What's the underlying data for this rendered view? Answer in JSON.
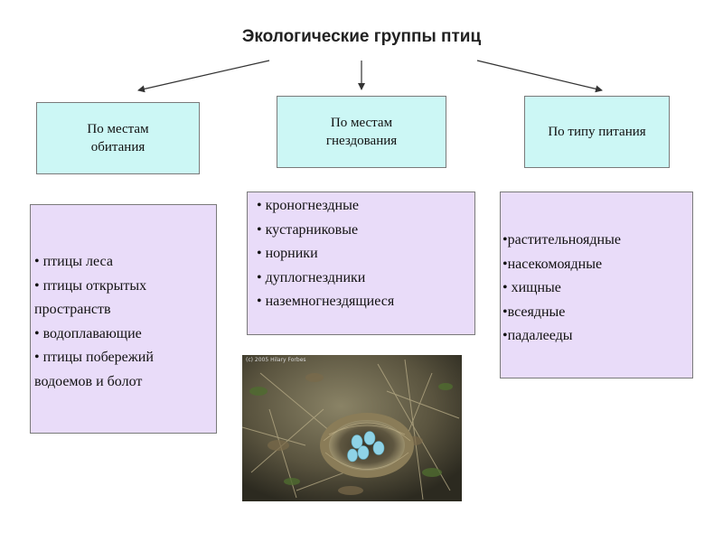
{
  "title": "Экологические группы птиц",
  "categories": [
    {
      "id": "habitat",
      "label": "По местам\nобитания"
    },
    {
      "id": "nesting",
      "label": "По местам\nгнездования"
    },
    {
      "id": "feeding",
      "label": "По типу питания"
    }
  ],
  "lists": {
    "habitat": [
      {
        "bullet": "• ",
        "text": "птицы леса"
      },
      {
        "bullet": "• ",
        "text": "птицы открытых пространств"
      },
      {
        "bullet": "• ",
        "text": "водоплавающие"
      },
      {
        "bullet": "• ",
        "text": "птицы побережий водоемов и болот"
      }
    ],
    "nesting": [
      {
        "bullet": "• ",
        "text": "кроногнездные"
      },
      {
        "bullet": "• ",
        "text": "кустарниковые"
      },
      {
        "bullet": "• ",
        "text": "норники"
      },
      {
        "bullet": "• ",
        "text": "дуплогнездники"
      },
      {
        "bullet": "• ",
        "text": "наземногнездящиеся"
      }
    ],
    "feeding": [
      {
        "bullet": "•",
        "text": "растительноядные"
      },
      {
        "bullet": "•",
        "text": "насекомоядные"
      },
      {
        "bullet": "• ",
        "text": "хищные"
      },
      {
        "bullet": "•",
        "text": "всеядные"
      },
      {
        "bullet": "•",
        "text": "падалееды"
      }
    ]
  },
  "photo": {
    "caption": "(c) 2005 Hilary Forbes"
  },
  "colors": {
    "category_fill": "#ccf7f5",
    "list_fill": "#e9dcf9",
    "border": "#7a7a7a",
    "egg": "#8fd3e6"
  }
}
